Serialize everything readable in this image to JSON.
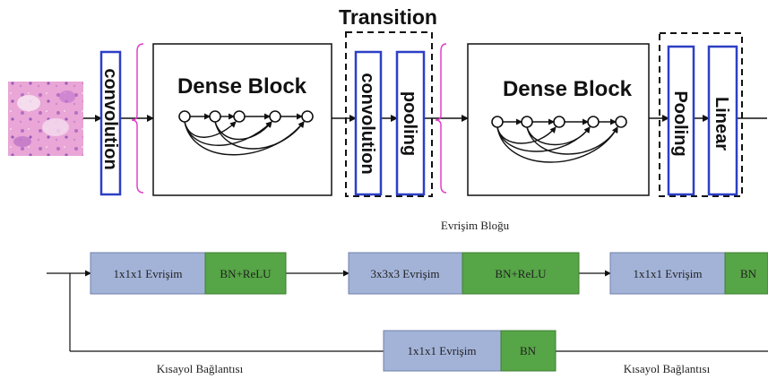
{
  "top": {
    "transition_label": "Transition",
    "input_image": "histology-tissue-image",
    "stage1": {
      "conv_label": "convolution"
    },
    "dense_block_1": {
      "label": "Dense Block"
    },
    "transition": {
      "conv_label": "convolution",
      "pool_label": "pooling"
    },
    "dense_block_2": {
      "label": "Dense Block"
    },
    "final": {
      "pool_label": "Pooling",
      "linear_label": "Linear"
    }
  },
  "bottom": {
    "title": "Evrişim Bloğu",
    "blocks": [
      {
        "conv": "1x1x1 Evrişim",
        "act": "BN+ReLU"
      },
      {
        "conv": "3x3x3 Evrişim",
        "act": "BN+ReLU"
      },
      {
        "conv": "1x1x1 Evrişim",
        "act": "BN"
      }
    ],
    "shortcut_block": {
      "conv": "1x1x1 Evrişim",
      "act": "BN"
    },
    "shortcut_left": "Kısayol Bağlantısı",
    "shortcut_right": "Kısayol Bağlantısı"
  },
  "colors": {
    "conv_fill": "#a3b3d8",
    "act_fill": "#56a546",
    "blue_border": "#2c3fc4",
    "magenta": "#e040c8"
  }
}
